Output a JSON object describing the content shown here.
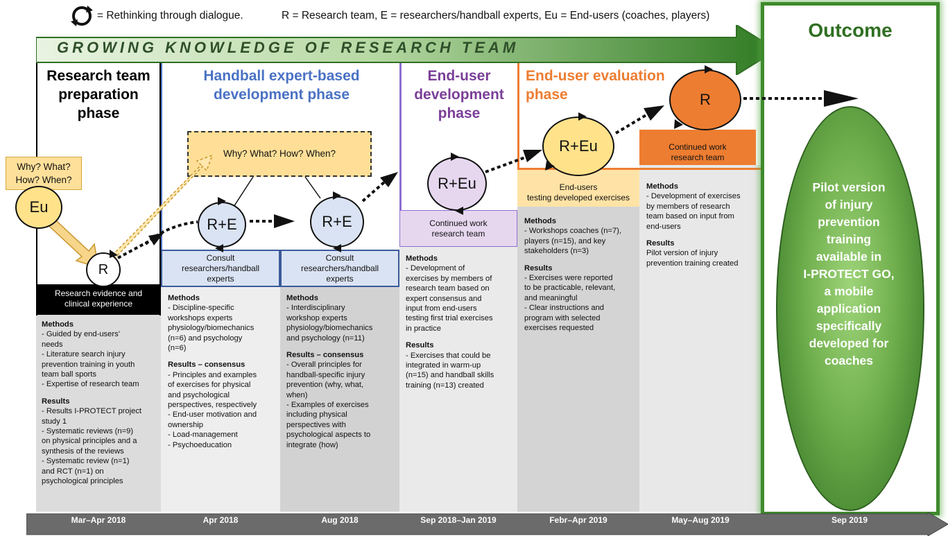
{
  "legend": {
    "icon": "rethinking-cycle-icon",
    "symbol_text": "= Rethinking through dialogue.",
    "abbreviations": "R = Research team, E = researchers/handball experts, Eu = End-users (coaches, players)"
  },
  "knowledge_arrow": {
    "label": "GROWING KNOWLEDGE OF RESEARCH TEAM"
  },
  "outcome": {
    "title": "Outcome",
    "lines": [
      "Pilot version",
      "of injury",
      "prevention",
      "training",
      "available in",
      "I-PROTECT GO,",
      "a mobile",
      "application",
      "specifically",
      "developed for",
      "coaches"
    ]
  },
  "phases": [
    {
      "title_lines": [
        "Research team",
        "preparation",
        "phase"
      ],
      "color": "#000000"
    },
    {
      "title_lines": [
        "Handball expert-based",
        "development phase"
      ],
      "color": "#4a72c4"
    },
    {
      "title_lines": [
        "End-user",
        "development",
        "phase"
      ],
      "color": "#7b3f98"
    },
    {
      "title_lines": [
        "End-user evaluation",
        "phase"
      ],
      "color": "#ed7d31"
    }
  ],
  "question_box_left": [
    "Why? What?",
    "How? When?"
  ],
  "question_box_center": "Why? What? How? When?",
  "nodes": {
    "eu": "Eu",
    "r1": "R",
    "re1": "R+E",
    "re2": "R+E",
    "reu1": "R+Eu",
    "reu2": "R+Eu",
    "r_final": "R"
  },
  "labels": {
    "research_evidence": [
      "Research evidence and",
      "clinical experience"
    ],
    "consult1": [
      "Consult",
      "researchers/handball",
      "experts"
    ],
    "consult2": [
      "Consult",
      "researchers/handball",
      "experts"
    ],
    "continued1": [
      "Continued work",
      "research team"
    ],
    "endusers_testing": [
      "End-users",
      "testing developed exercises"
    ],
    "continued2": [
      "Continued work",
      "research team"
    ]
  },
  "columns": [
    {
      "blocks": [
        {
          "heading": "Methods",
          "lines": [
            "- Guided by end-users'",
            "needs",
            "- Literature search injury",
            "prevention training in youth",
            "team ball sports",
            "- Expertise of research team"
          ]
        },
        {
          "heading": "Results",
          "lines": [
            "- Results I-PROTECT project",
            "study 1",
            "- Systematic reviews (n=9)",
            "on physical principles and a",
            "synthesis of the reviews",
            "- Systematic review (n=1)",
            "and RCT (n=1) on",
            "psychological principles"
          ]
        }
      ]
    },
    {
      "blocks": [
        {
          "heading": "Methods",
          "lines": [
            "- Discipline-specific",
            "workshops experts",
            "physiology/biomechanics",
            "(n=6) and psychology",
            "(n=6)"
          ]
        },
        {
          "heading": "Results – consensus",
          "lines": [
            "- Principles and examples",
            "of exercises for physical",
            "and psychological",
            "perspectives, respectively",
            "- End-user motivation and",
            "ownership",
            "- Load-management",
            "- Psychoeducation"
          ]
        }
      ]
    },
    {
      "blocks": [
        {
          "heading": "Methods",
          "lines": [
            "- Interdisciplinary",
            "workshop experts",
            "physiology/biomechanics",
            "and psychology (n=11)"
          ]
        },
        {
          "heading": "Results – consensus",
          "lines": [
            "- Overall principles for",
            "handball-specific injury",
            "prevention (why, what,",
            "when)",
            "- Examples of exercises",
            "including physical",
            "perspectives with",
            "psychological aspects to",
            "integrate (how)"
          ]
        }
      ]
    },
    {
      "blocks": [
        {
          "heading": "Methods",
          "lines": [
            "- Development of",
            "exercises by members of",
            "research team based on",
            "expert consensus and",
            "input from end-users",
            "testing first trial exercises",
            "in practice"
          ]
        },
        {
          "heading": "Results",
          "lines": [
            "- Exercises that could be",
            "integrated in warm-up",
            "(n=15) and handball skills",
            "training (n=13) created"
          ]
        }
      ]
    },
    {
      "blocks": [
        {
          "heading": "Methods",
          "lines": [
            "- Workshops coaches (n=7),",
            "players (n=15), and key",
            "stakeholders (n=3)"
          ]
        },
        {
          "heading": "Results",
          "lines": [
            "- Exercises were reported",
            "to be practicable, relevant,",
            "and meaningful",
            "- Clear instructions and",
            "program with selected",
            "exercises requested"
          ]
        }
      ]
    },
    {
      "blocks": [
        {
          "heading": "Methods",
          "lines": [
            "- Development of exercises",
            "by members of research",
            "team based on input from",
            "end-users"
          ]
        },
        {
          "heading": "Results",
          "lines": [
            "Pilot version of injury",
            "prevention training created"
          ]
        }
      ]
    }
  ],
  "timeline": [
    "Mar–Apr 2018",
    "Apr 2018",
    "Aug 2018",
    "Sep 2018–Jan 2019",
    "Febr–Apr 2019",
    "May–Aug 2019",
    "Sep 2019"
  ]
}
